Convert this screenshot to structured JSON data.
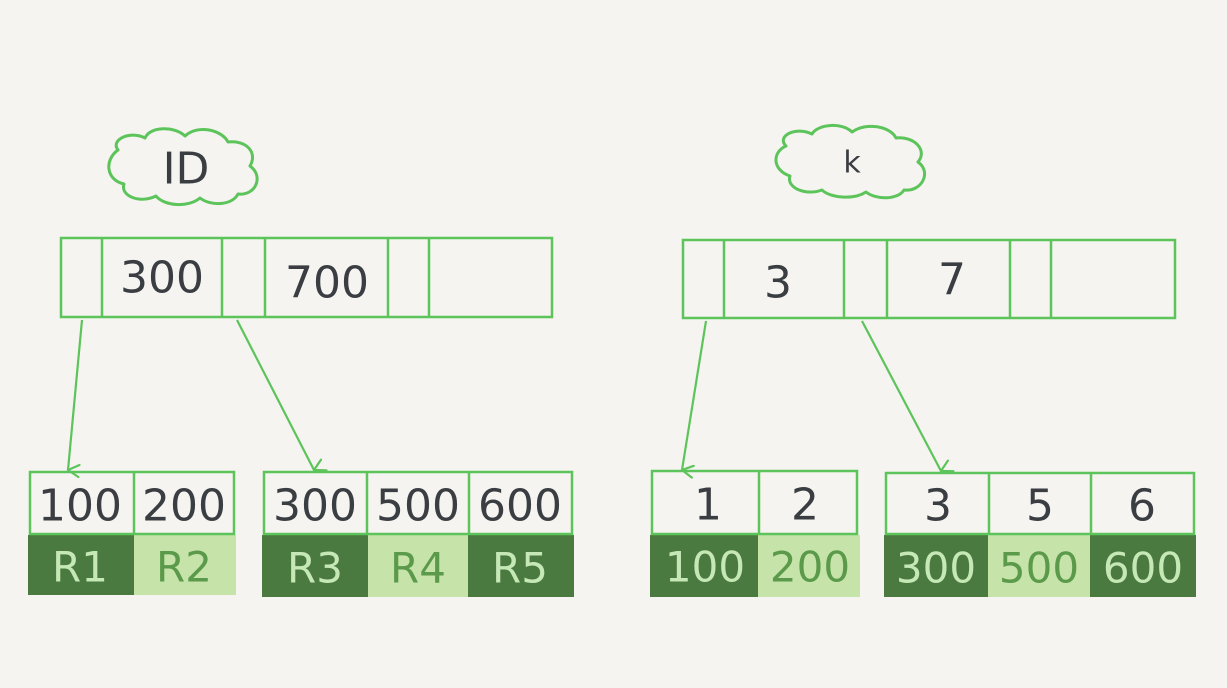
{
  "colors": {
    "line": "#5cc45a",
    "text": "#3a3d42",
    "dark_fill": "#4a7a3f",
    "dark_text": "#c5e8b6",
    "light_fill": "#c6e3a9",
    "light_text": "#5a9a4a",
    "background": "#f5f4f0"
  },
  "trees": [
    {
      "label": "ID",
      "root_keys": [
        "300",
        "700"
      ],
      "leaves": [
        {
          "keys": [
            "100",
            "200"
          ],
          "values": [
            "R1",
            "R2"
          ]
        },
        {
          "keys": [
            "300",
            "500",
            "600"
          ],
          "values": [
            "R3",
            "R4",
            "R5"
          ]
        }
      ]
    },
    {
      "label": "k",
      "root_keys": [
        "3",
        "7"
      ],
      "leaves": [
        {
          "keys": [
            "1",
            "2"
          ],
          "values": [
            "100",
            "200"
          ]
        },
        {
          "keys": [
            "3",
            "5",
            "6"
          ],
          "values": [
            "300",
            "500",
            "600"
          ]
        }
      ]
    }
  ]
}
